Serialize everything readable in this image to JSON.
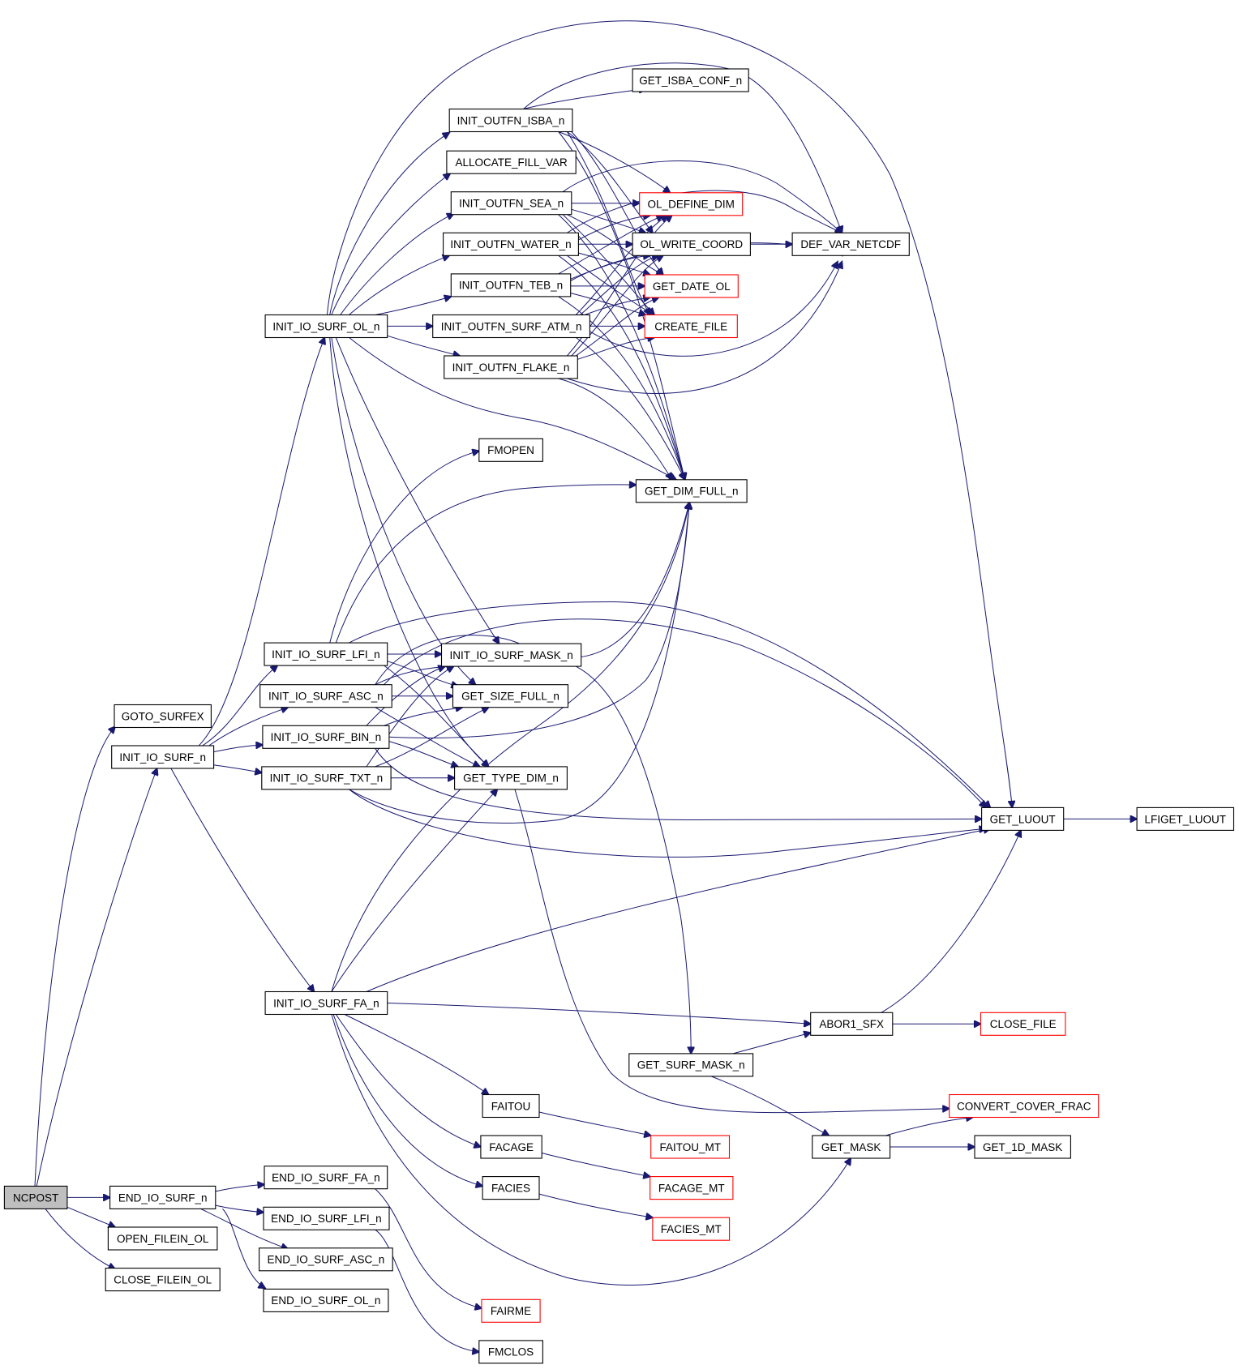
{
  "nodes": {
    "NCPOST": "NCPOST",
    "GOTO_SURFEX": "GOTO_SURFEX",
    "INIT_IO_SURF_n": "INIT_IO_SURF_n",
    "END_IO_SURF_n": "END_IO_SURF_n",
    "OPEN_FILEIN_OL": "OPEN_FILEIN_OL",
    "CLOSE_FILEIN_OL": "CLOSE_FILEIN_OL",
    "INIT_IO_SURF_OL_n": "INIT_IO_SURF_OL_n",
    "INIT_IO_SURF_LFI_n": "INIT_IO_SURF_LFI_n",
    "INIT_IO_SURF_ASC_n": "INIT_IO_SURF_ASC_n",
    "INIT_IO_SURF_BIN_n": "INIT_IO_SURF_BIN_n",
    "INIT_IO_SURF_TXT_n": "INIT_IO_SURF_TXT_n",
    "INIT_IO_SURF_FA_n": "INIT_IO_SURF_FA_n",
    "END_IO_SURF_FA_n": "END_IO_SURF_FA_n",
    "END_IO_SURF_LFI_n": "END_IO_SURF_LFI_n",
    "END_IO_SURF_ASC_n": "END_IO_SURF_ASC_n",
    "END_IO_SURF_OL_n": "END_IO_SURF_OL_n",
    "INIT_OUTFN_ISBA_n": "INIT_OUTFN_ISBA_n",
    "ALLOCATE_FILL_VAR": "ALLOCATE_FILL_VAR",
    "INIT_OUTFN_SEA_n": "INIT_OUTFN_SEA_n",
    "INIT_OUTFN_WATER_n": "INIT_OUTFN_WATER_n",
    "INIT_OUTFN_TEB_n": "INIT_OUTFN_TEB_n",
    "INIT_OUTFN_SURF_ATM_n": "INIT_OUTFN_SURF_ATM_n",
    "INIT_OUTFN_FLAKE_n": "INIT_OUTFN_FLAKE_n",
    "FMOPEN": "FMOPEN",
    "INIT_IO_SURF_MASK_n": "INIT_IO_SURF_MASK_n",
    "GET_SIZE_FULL_n": "GET_SIZE_FULL_n",
    "GET_TYPE_DIM_n": "GET_TYPE_DIM_n",
    "FAITOU": "FAITOU",
    "FACAGE": "FACAGE",
    "FACIES": "FACIES",
    "FAIRME": "FAIRME",
    "FMCLOS": "FMCLOS",
    "GET_ISBA_CONF_n": "GET_ISBA_CONF_n",
    "OL_DEFINE_DIM": "OL_DEFINE_DIM",
    "OL_WRITE_COORD": "OL_WRITE_COORD",
    "GET_DATE_OL": "GET_DATE_OL",
    "CREATE_FILE": "CREATE_FILE",
    "GET_DIM_FULL_n": "GET_DIM_FULL_n",
    "GET_SURF_MASK_n": "GET_SURF_MASK_n",
    "FAITOU_MT": "FAITOU_MT",
    "FACAGE_MT": "FACAGE_MT",
    "FACIES_MT": "FACIES_MT",
    "DEF_VAR_NETCDF": "DEF_VAR_NETCDF",
    "ABOR1_SFX": "ABOR1_SFX",
    "GET_MASK": "GET_MASK",
    "GET_LUOUT": "GET_LUOUT",
    "CLOSE_FILE": "CLOSE_FILE",
    "CONVERT_COVER_FRAC": "CONVERT_COVER_FRAC",
    "GET_1D_MASK": "GET_1D_MASK",
    "LFIGET_LUOUT": "LFIGET_LUOUT"
  },
  "colors": {
    "edge": "#191970",
    "border": "#000000",
    "border_incomplete": "#ff0000",
    "root_fill": "#bfbfbf"
  }
}
